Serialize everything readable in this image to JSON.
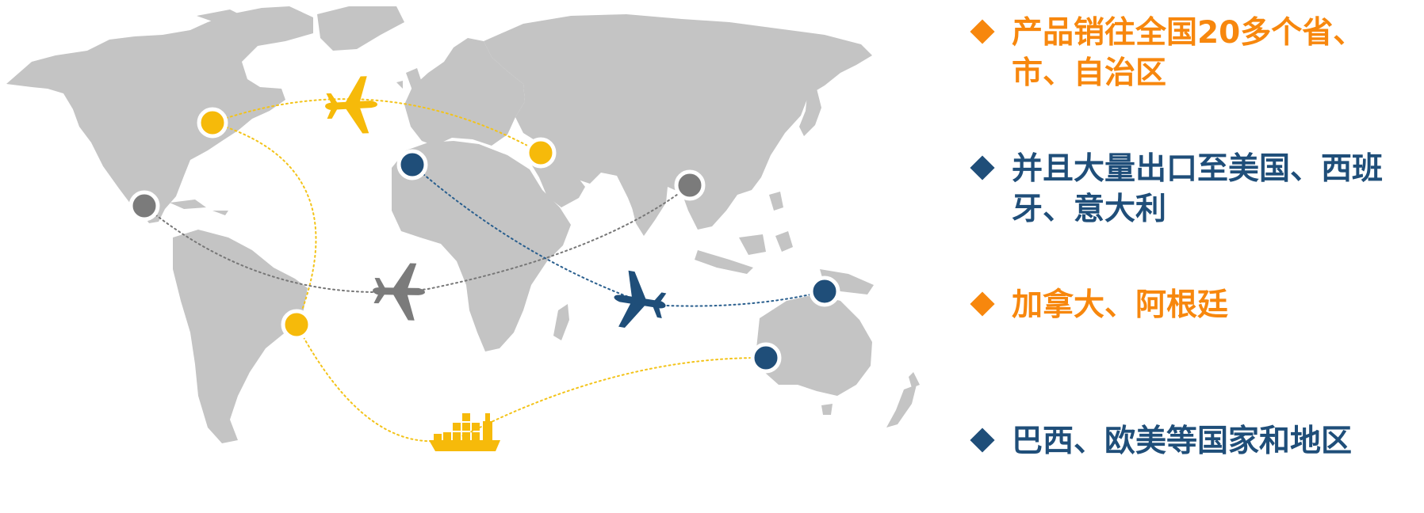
{
  "colors": {
    "land": "#c4c4c4",
    "orange": "#f7870d",
    "navy": "#1f4e79",
    "yellow": "#f6ba0a",
    "gray_marker": "#7b7b7b",
    "route_yellow": "#f3c319",
    "route_navy": "#2a5f8e",
    "route_gray": "#777777"
  },
  "legend": {
    "items": [
      {
        "text": "产品销往全国20多个省、市、自治区",
        "color": "orange",
        "marker": "diamond-icon"
      },
      {
        "text": "并且大量出口至美国、西班牙、意大利",
        "color": "navy",
        "marker": "diamond-icon"
      },
      {
        "text": "加拿大、阿根廷",
        "color": "orange",
        "marker": "diamond-icon"
      },
      {
        "text": "巴西、欧美等国家和地区",
        "color": "navy",
        "marker": "diamond-icon"
      }
    ]
  },
  "map": {
    "icons": [
      "airplane-icon",
      "airplane-icon",
      "airplane-icon",
      "cargo-ship-icon"
    ]
  }
}
